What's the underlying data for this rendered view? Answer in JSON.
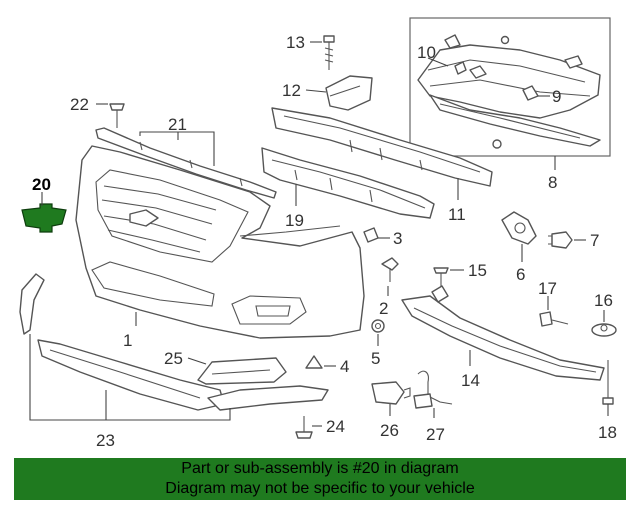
{
  "callouts": {
    "c1": "1",
    "c2": "2",
    "c3": "3",
    "c4": "4",
    "c5": "5",
    "c6": "6",
    "c7": "7",
    "c8": "8",
    "c9": "9",
    "c10": "10",
    "c11": "11",
    "c12": "12",
    "c13": "13",
    "c14": "14",
    "c15": "15",
    "c16": "16",
    "c17": "17",
    "c18": "18",
    "c19": "19",
    "c20": "20",
    "c21": "21",
    "c22": "22",
    "c23": "23",
    "c24": "24",
    "c25": "25",
    "c26": "26",
    "c27": "27"
  },
  "highlighted_part": "20",
  "colors": {
    "highlight": "#1f7a1f",
    "line": "#555555"
  },
  "footer": {
    "line1": "Part or sub-assembly is #20 in diagram",
    "line2": "Diagram may not be specific to your vehicle"
  }
}
